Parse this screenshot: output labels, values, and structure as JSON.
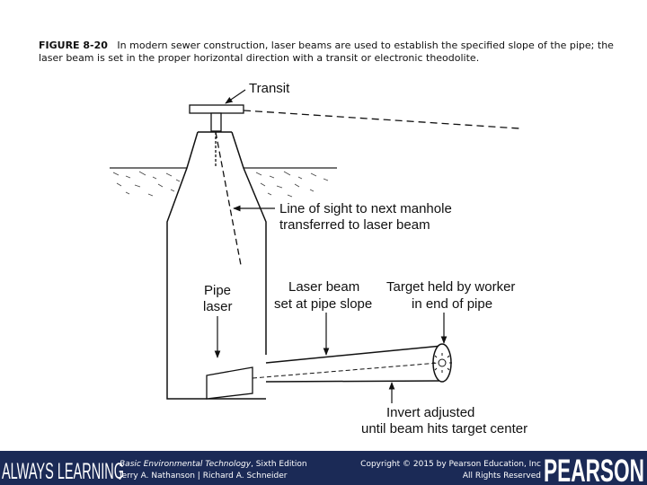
{
  "caption": {
    "figure_label": "FIGURE 8-20",
    "text": "In modern sewer construction, laser beams are used to establish the specified slope of the pipe; the laser beam is set in the proper horizontal direction with a transit or electronic theodolite."
  },
  "diagram": {
    "labels": {
      "transit": "Transit",
      "line_of_sight_1": "Line of sight to next manhole",
      "line_of_sight_2": "transferred to laser beam",
      "pipe_laser_1": "Pipe",
      "pipe_laser_2": "laser",
      "laser_beam_1": "Laser beam",
      "laser_beam_2": "set at pipe slope",
      "target_1": "Target held by worker",
      "target_2": "in end of pipe",
      "invert_1": "Invert adjusted",
      "invert_2": "until beam hits target center"
    }
  },
  "footer": {
    "brand_left": "ALWAYS LEARNING",
    "book_title": "Basic Environmental Technology",
    "book_edition": ", Sixth Edition",
    "authors": "Jerry A. Nathanson | Richard A. Schneider",
    "copyright": "Copyright © 2015 by Pearson Education, Inc",
    "rights": "All Rights Reserved",
    "brand_right": "PEARSON",
    "colors": {
      "bar": "#1b2a56",
      "text": "#ffffff"
    }
  }
}
